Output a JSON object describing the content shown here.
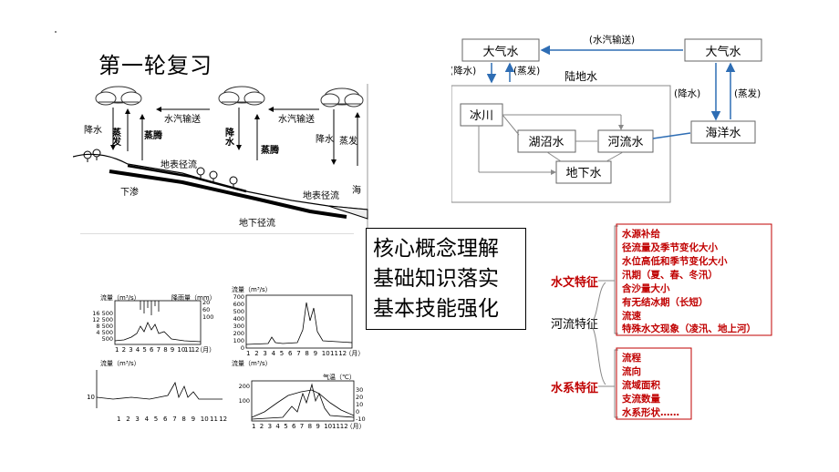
{
  "slide": {
    "title": "第一轮复习",
    "core_box": [
      "核心概念理解",
      "基础知识落实",
      "基本技能强化"
    ]
  },
  "hydro_sketch": {
    "labels": {
      "precip1": "降水",
      "evap1": "蒸发",
      "transp1": "蒸腾",
      "transport1": "水汽输送",
      "precip2": "降水",
      "transp2": "蒸腾",
      "transport2": "水汽输送",
      "precip3": "降水",
      "evap3": "蒸发",
      "surface1": "地表径流",
      "infiltration": "下渗",
      "surface2": "地表径流",
      "sea": "海",
      "groundwater": "地下径流"
    }
  },
  "water_cycle": {
    "atm_left": "大气水",
    "atm_right": "大气水",
    "transport": "(水汽输送)",
    "precip_left": "(降水)",
    "evap_left": "(蒸发)",
    "land_water": "陆地水",
    "glacier": "冰川",
    "swamp": "湖沼水",
    "river": "河流水",
    "groundwater": "地下水",
    "precip_right": "(降水)",
    "evap_right": "(蒸发)",
    "ocean": "海洋水"
  },
  "river_features": {
    "root": "河流特征",
    "hydro": {
      "label": "水文特征",
      "items": [
        "水源补给",
        "径流量及季节变化大小",
        "水位高低和季节变化大小",
        "汛期（夏、春、冬汛）",
        "含沙量大小",
        "有无结冰期（长短）",
        "流速",
        "特殊水文现象（凌汛、地上河）"
      ]
    },
    "system": {
      "label": "水系特征",
      "items": [
        "流程",
        "流向",
        "流域面积",
        "支流数量",
        "水系形状……"
      ]
    },
    "color": "#c00000"
  },
  "hydrographs": {
    "c1": {
      "ylabel": "流量（m³/s）",
      "ylabel2": "降雨量（mm）",
      "yticks": [
        "16 500",
        "12 500",
        "8 500",
        "4 500",
        "500"
      ],
      "y2ticks": [
        "20",
        "60",
        "100"
      ],
      "xticks": [
        "1",
        "2",
        "3",
        "4",
        "5",
        "6",
        "7",
        "8",
        "9",
        "10",
        "11",
        "12"
      ],
      "xunit": "（月）"
    },
    "c2": {
      "ylabel": "流量（m³/s）",
      "yticks": [
        "700",
        "600",
        "500",
        "400",
        "300",
        "200",
        "100",
        "0"
      ],
      "xticks": [
        "1",
        "2",
        "3",
        "4",
        "5",
        "6",
        "7",
        "8",
        "9",
        "10",
        "11",
        "12"
      ],
      "xunit": "（月）"
    },
    "c3": {
      "ylabel": "流量（m³/s）",
      "yticks": [
        "10"
      ],
      "xticks": [
        "1",
        "2",
        "3",
        "4",
        "5",
        "6",
        "7",
        "8",
        "9",
        "10",
        "11",
        "12"
      ],
      "xunit": ""
    },
    "c4": {
      "ylabel": "流量（m³/s）",
      "ylabel2": "气温（℃）",
      "yticks": [
        "200",
        "100"
      ],
      "y2ticks": [
        "30",
        "20",
        "10",
        "0",
        "-10"
      ],
      "xticks": [
        "1",
        "2",
        "3",
        "4",
        "5",
        "6",
        "7",
        "8",
        "9",
        "10",
        "11",
        "12"
      ],
      "xunit": "（月）"
    }
  }
}
